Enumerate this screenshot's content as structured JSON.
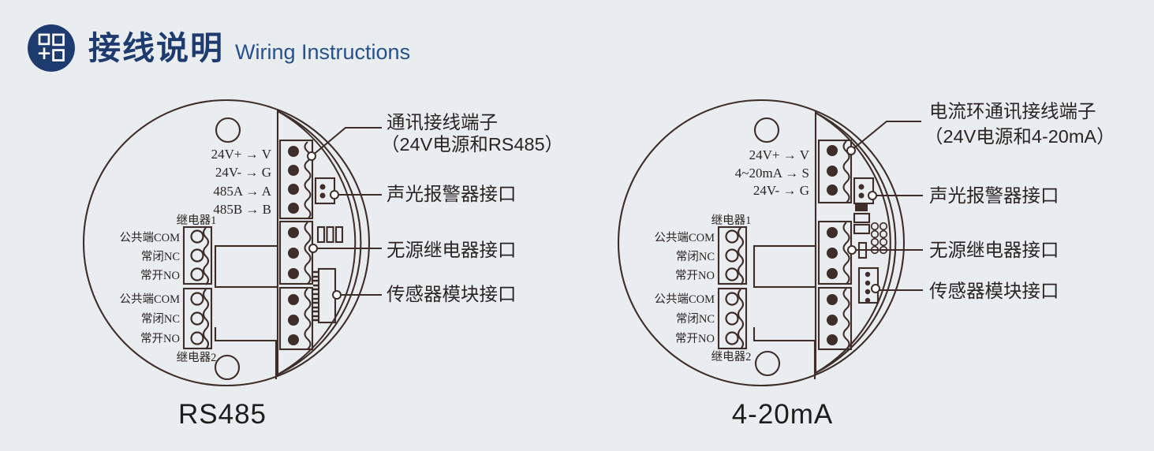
{
  "header": {
    "title": "接线说明",
    "subtitle": "Wiring Instructions",
    "icon": "apps-plus-icon"
  },
  "colors": {
    "background": "#e9edf0",
    "line_art": "#3e2d28",
    "diagram_text": "#2a2422",
    "header_navy": "#1e3b70",
    "header_blue": "#27508f"
  },
  "diagrams": [
    {
      "caption": "RS485",
      "terminal_labels": [
        "24V+ → V",
        "24V- → G",
        "485A → A",
        "485B → B"
      ],
      "relay1_label": "继电器1",
      "relay2_label": "继电器2",
      "relay_pins": [
        "公共端COM",
        "常闭NC",
        "常开NO"
      ],
      "callouts": {
        "comm_line1": "通讯接线端子",
        "comm_line2": "（24V电源和RS485）",
        "alarm": "声光报警器接口",
        "relay": "无源继电器接口",
        "sensor": "传感器模块接口"
      }
    },
    {
      "caption": "4-20mA",
      "terminal_labels": [
        "24V+ → V",
        "4~20mA → S",
        "24V- → G"
      ],
      "relay1_label": "继电器1",
      "relay2_label": "继电器2",
      "relay_pins": [
        "公共端COM",
        "常闭NC",
        "常开NO"
      ],
      "callouts": {
        "comm_line1": "电流环通讯接线端子",
        "comm_line2": "（24V电源和4-20mA）",
        "alarm": "声光报警器接口",
        "relay": "无源继电器接口",
        "sensor": "传感器模块接口"
      }
    }
  ]
}
